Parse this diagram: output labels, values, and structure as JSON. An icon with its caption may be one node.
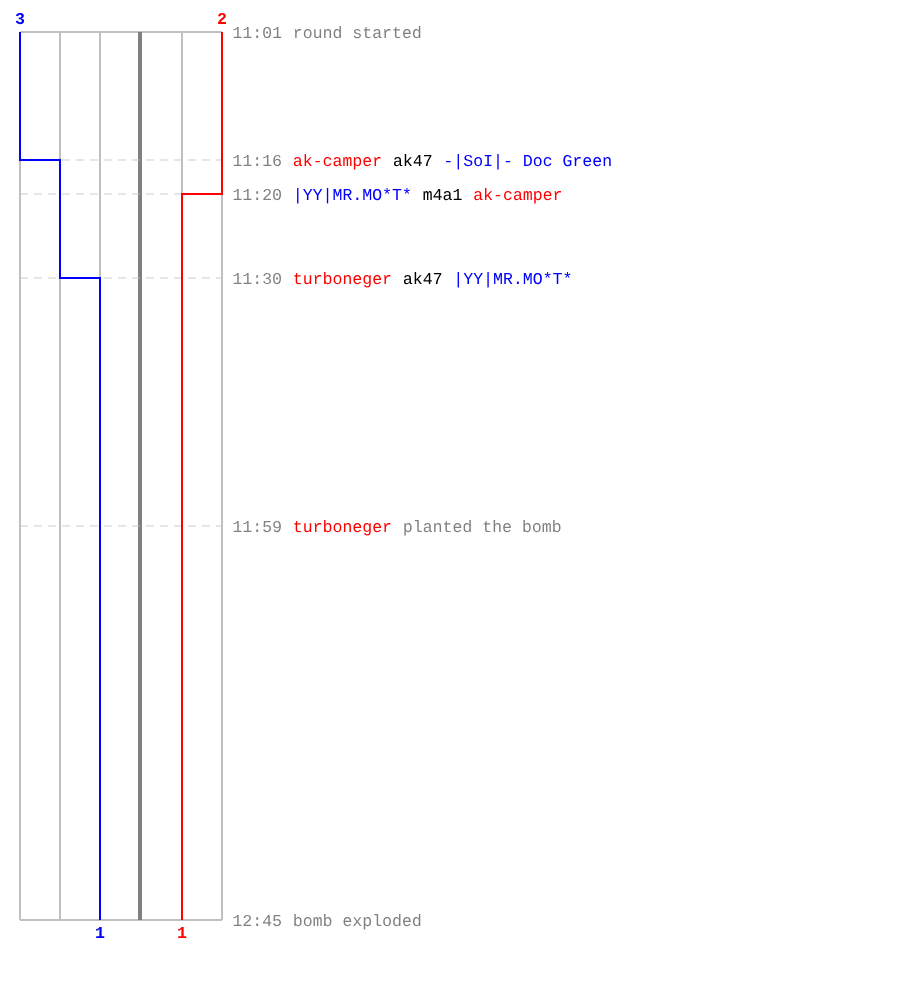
{
  "diagram": {
    "labels": [
      "3",
      "2",
      "11:01",
      "round started",
      "11:16",
      "ak-camper",
      "ak47",
      "-|SoI|- Doc Green",
      "11:20",
      "|YY|MR.MO*T*",
      "m4a1",
      "ak-camper",
      "11:30",
      "turboneger",
      "ak47",
      "|YY|MR.MO*T*",
      "11:59",
      "turboneger",
      "planted the bomb",
      "12:45",
      "bomb exploded",
      "1",
      "1"
    ]
  }
}
